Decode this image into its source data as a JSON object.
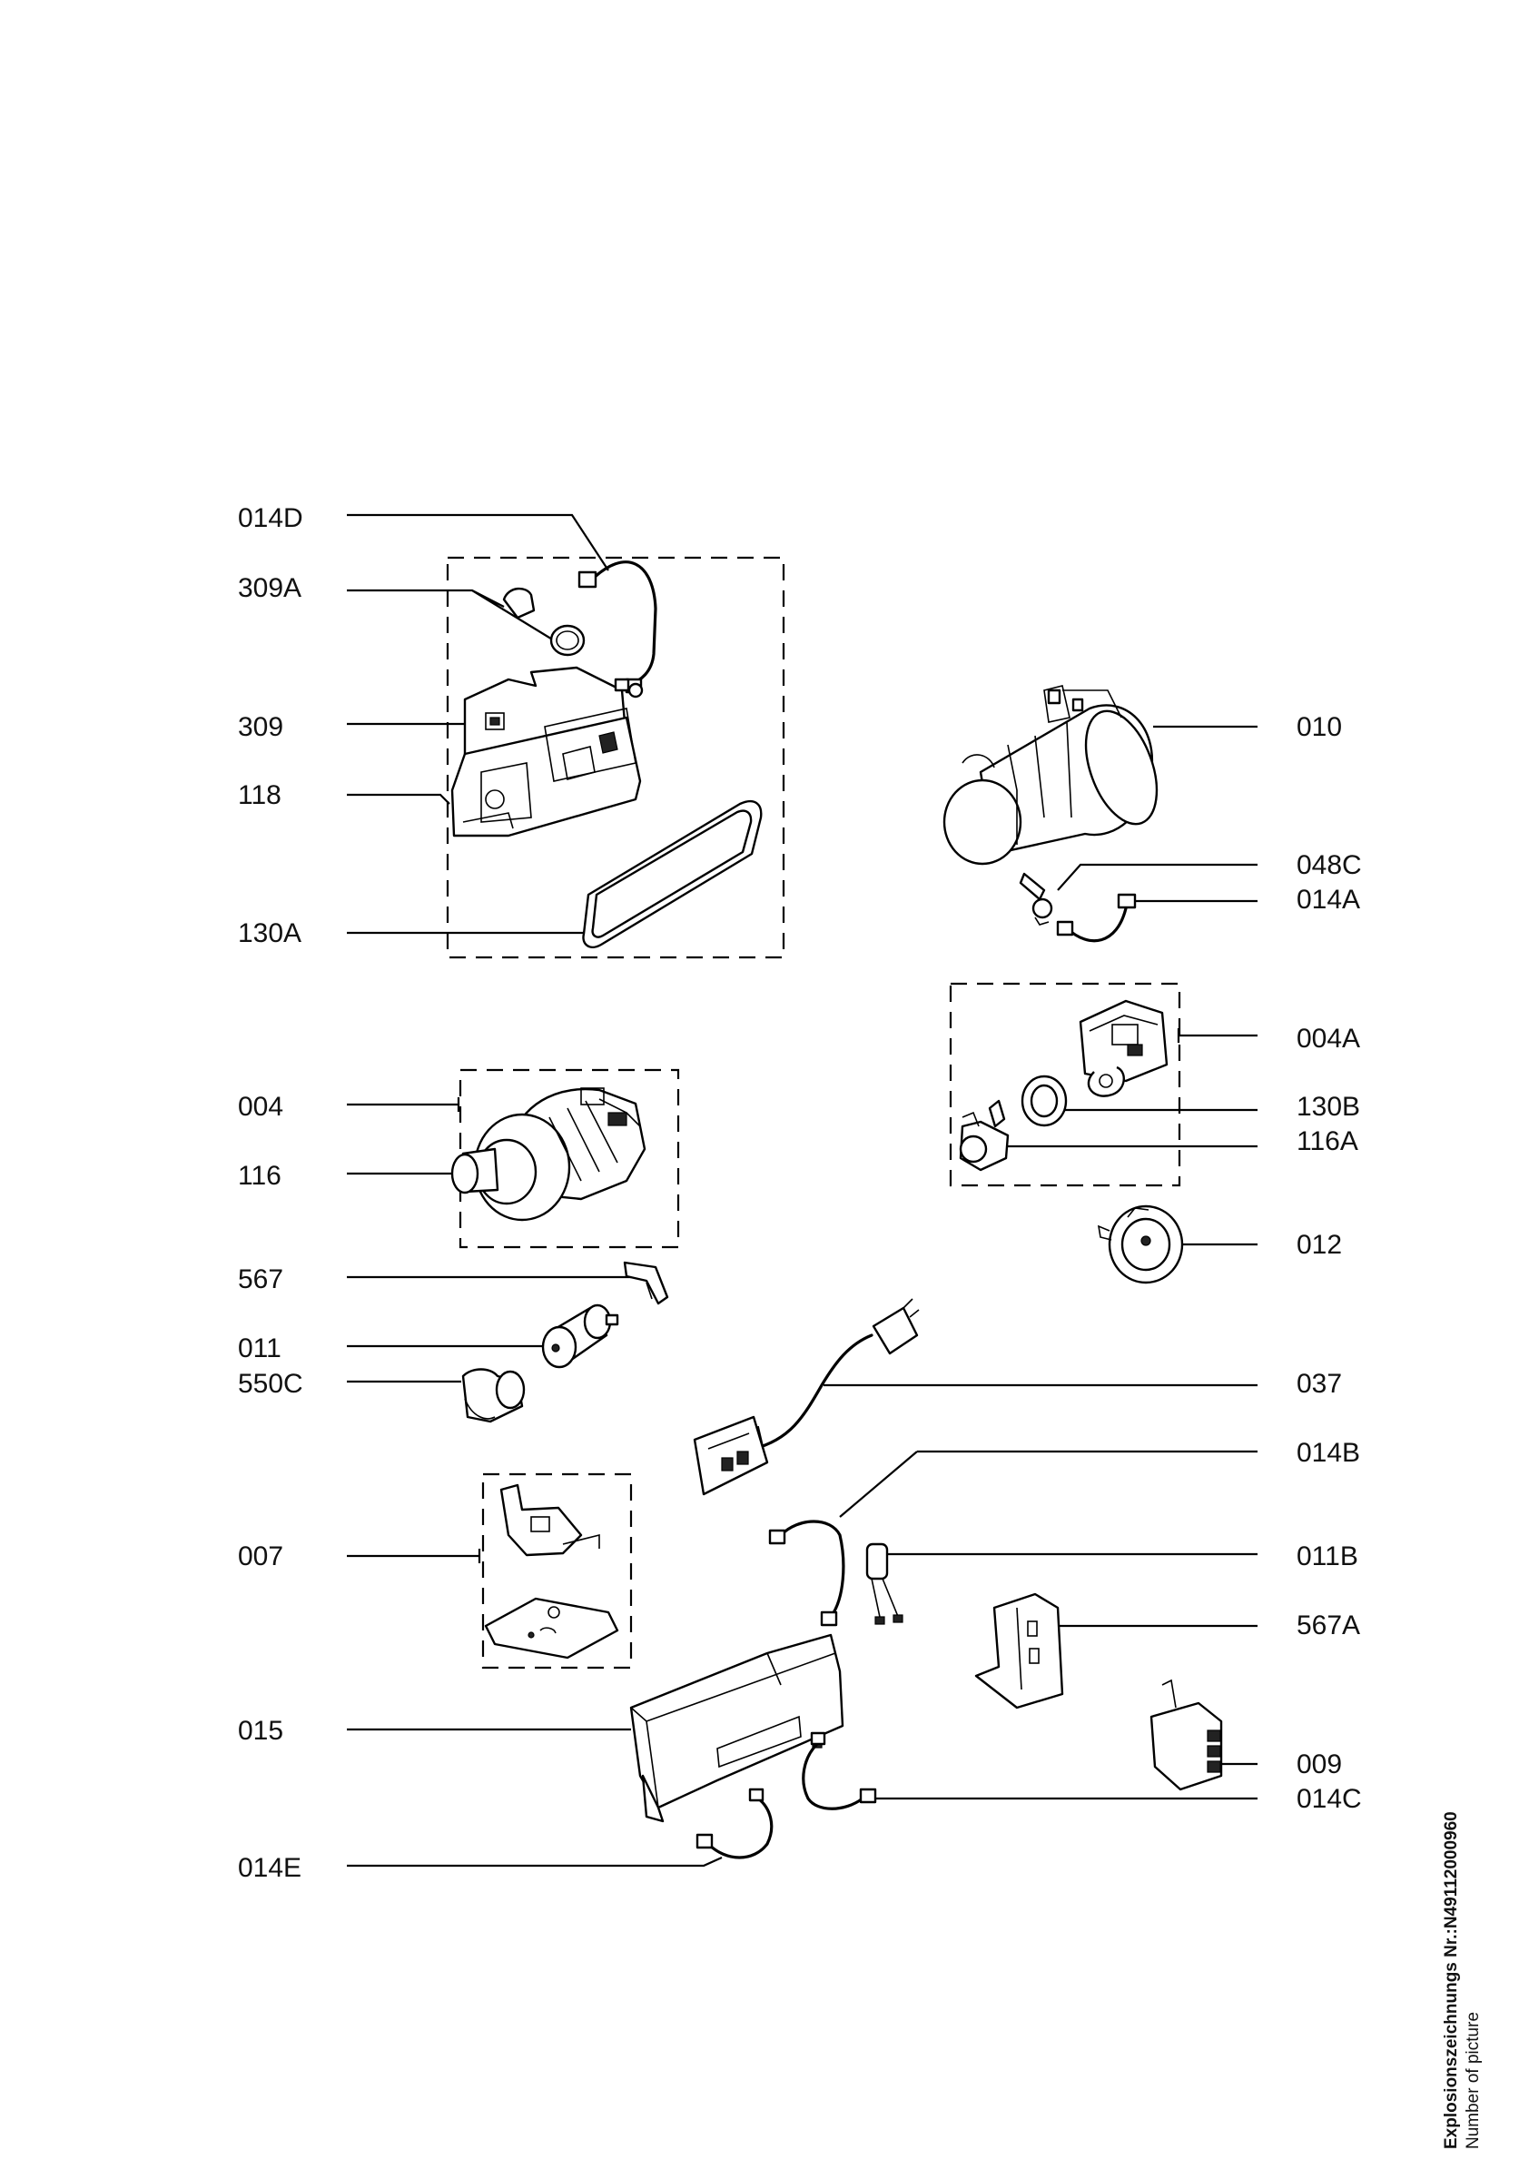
{
  "labels": {
    "l014D": "014D",
    "l309A": "309A",
    "l309": "309",
    "l118": "118",
    "l130A": "130A",
    "l004": "004",
    "l116": "116",
    "l567": "567",
    "l011": "011",
    "l550C": "550C",
    "l007": "007",
    "l015": "015",
    "l014E": "014E",
    "l010": "010",
    "l048C": "048C",
    "l014A": "014A",
    "l004A": "004A",
    "l130B": "130B",
    "l116A": "116A",
    "l012": "012",
    "l037": "037",
    "l014B": "014B",
    "l011B": "011B",
    "l567A": "567A",
    "l009": "009",
    "l014C": "014C"
  },
  "footer": {
    "drawing_number": "Explosionszeichnungs Nr.:N49112000960",
    "picture_caption": "Number of picture"
  }
}
